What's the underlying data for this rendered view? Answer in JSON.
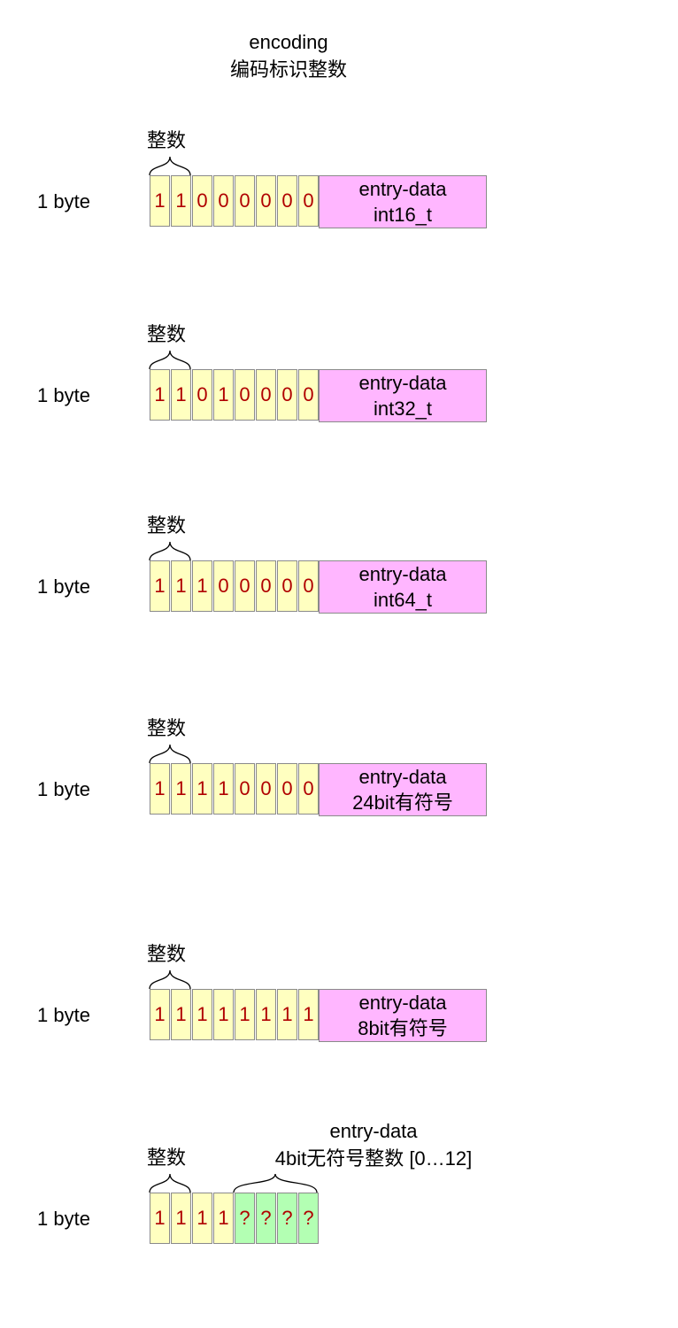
{
  "title": {
    "line1": "encoding",
    "line2": "编码标识整数"
  },
  "rows": [
    {
      "size": "1 byte",
      "brace_label": "整数",
      "bits": [
        "1",
        "1",
        "0",
        "0",
        "0",
        "0",
        "0",
        "0"
      ],
      "data_line1": "entry-data",
      "data_line2": "int16_t"
    },
    {
      "size": "1 byte",
      "brace_label": "整数",
      "bits": [
        "1",
        "1",
        "0",
        "1",
        "0",
        "0",
        "0",
        "0"
      ],
      "data_line1": "entry-data",
      "data_line2": "int32_t"
    },
    {
      "size": "1 byte",
      "brace_label": "整数",
      "bits": [
        "1",
        "1",
        "1",
        "0",
        "0",
        "0",
        "0",
        "0"
      ],
      "data_line1": "entry-data",
      "data_line2": "int64_t"
    },
    {
      "size": "1 byte",
      "brace_label": "整数",
      "bits": [
        "1",
        "1",
        "1",
        "1",
        "0",
        "0",
        "0",
        "0"
      ],
      "data_line1": "entry-data",
      "data_line2": "24bit有符号"
    },
    {
      "size": "1 byte",
      "brace_label": "整数",
      "bits": [
        "1",
        "1",
        "1",
        "1",
        "1",
        "1",
        "1",
        "1"
      ],
      "data_line1": "entry-data",
      "data_line2": "8bit有符号"
    },
    {
      "size": "1 byte",
      "brace_label": "整数",
      "bits": [
        "1",
        "1",
        "1",
        "1",
        "?",
        "?",
        "?",
        "?"
      ],
      "data_line1": "entry-data",
      "data_line2": "4bit无符号整数 [0…12]"
    }
  ],
  "colors": {
    "bit_fill": "#ffffc0",
    "bit_text": "#b00000",
    "data_fill": "#ffb6ff",
    "nibble_fill": "#b3ffb3"
  }
}
